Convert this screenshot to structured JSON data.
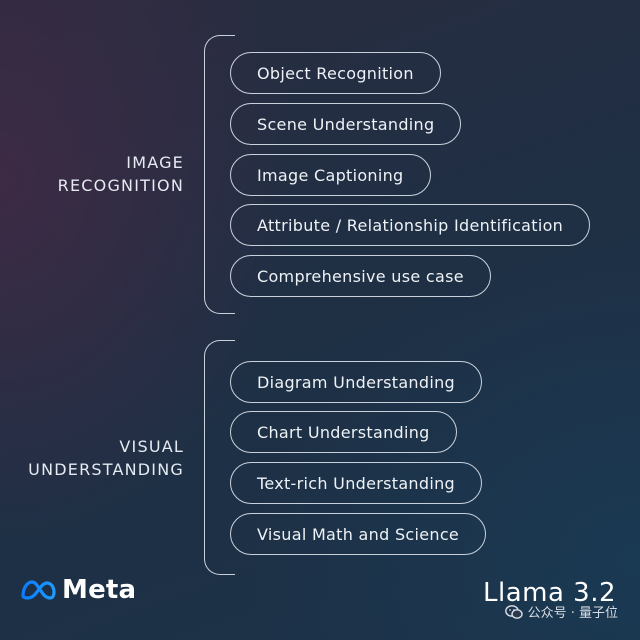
{
  "sections": [
    {
      "title_lines": [
        "IMAGE",
        "RECOGNITION"
      ],
      "items": [
        "Object Recognition",
        "Scene Understanding",
        "Image Captioning",
        "Attribute / Relationship Identification",
        "Comprehensive use case"
      ]
    },
    {
      "title_lines": [
        "VISUAL",
        "UNDERSTANDING"
      ],
      "items": [
        "Diagram Understanding",
        "Chart Understanding",
        "Text-rich Understanding",
        "Visual Math and Science"
      ]
    }
  ],
  "footer": {
    "brand": "Meta",
    "brand_icon": "meta-infinity-logo",
    "product": "Llama 3.2",
    "watermark": "公众号 · 量子位",
    "watermark_icon": "wechat-icon"
  },
  "colors": {
    "line": "#c9d2dc",
    "text": "#e9eef4"
  }
}
